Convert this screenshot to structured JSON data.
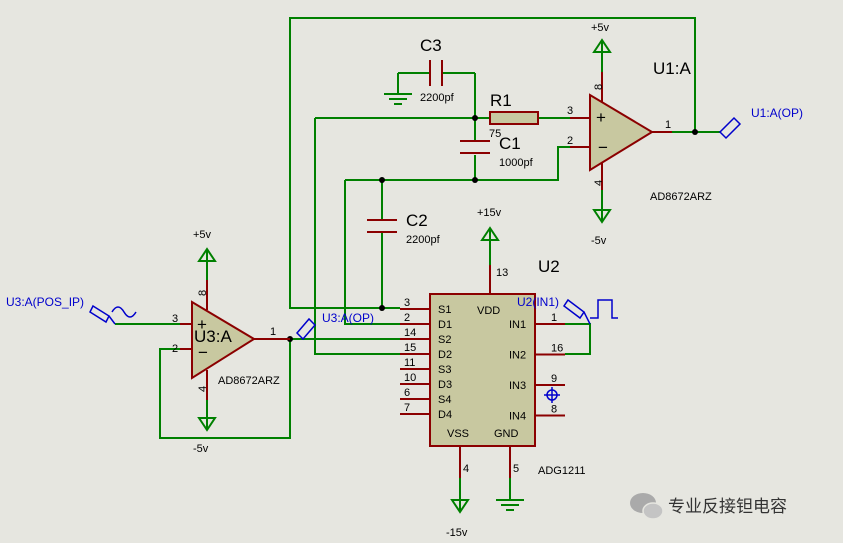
{
  "u1": {
    "ref": "U1:A",
    "part": "AD8672ARZ",
    "pin_plus": "3",
    "pin_minus": "2",
    "pin_out": "1",
    "pin_vp": "8",
    "pin_vn": "4",
    "vpos": "+5v",
    "vneg": "-5v",
    "probe": "U1:A(OP)"
  },
  "u3": {
    "ref": "U3:A",
    "part": "AD8672ARZ",
    "pin_plus": "3",
    "pin_minus": "2",
    "pin_out": "1",
    "pin_vp": "8",
    "pin_vn": "4",
    "vpos": "+5v",
    "vneg": "-5v",
    "input": "U3:A(POS_IP)",
    "probe": "U3:A(OP)"
  },
  "c3": {
    "ref": "C3",
    "value": "2200pf"
  },
  "r1": {
    "ref": "R1",
    "value": "75"
  },
  "c1": {
    "ref": "C1",
    "value": "1000pf"
  },
  "c2": {
    "ref": "C2",
    "value": "2200pf"
  },
  "u2": {
    "ref": "U2",
    "part": "ADG1211",
    "vdd": "VDD",
    "vss": "VSS",
    "gnd": "GND",
    "pin_vdd": "13",
    "pin_vss": "4",
    "pin_gnd": "5",
    "vdd_supply": "+15v",
    "vss_supply": "-15v",
    "input_probe": "U2(IN1)",
    "left_pins": [
      {
        "num": "3",
        "name": "S1"
      },
      {
        "num": "2",
        "name": "D1"
      },
      {
        "num": "14",
        "name": "S2"
      },
      {
        "num": "15",
        "name": "D2"
      },
      {
        "num": "11",
        "name": "S3"
      },
      {
        "num": "10",
        "name": "D3"
      },
      {
        "num": "6",
        "name": "S4"
      },
      {
        "num": "7",
        "name": "D4"
      }
    ],
    "right_pins": [
      {
        "num": "1",
        "name": "IN1"
      },
      {
        "num": "16",
        "name": "IN2"
      },
      {
        "num": "9",
        "name": "IN3"
      },
      {
        "num": "8",
        "name": "IN4"
      }
    ]
  },
  "watermark": "专业反接钽电容"
}
